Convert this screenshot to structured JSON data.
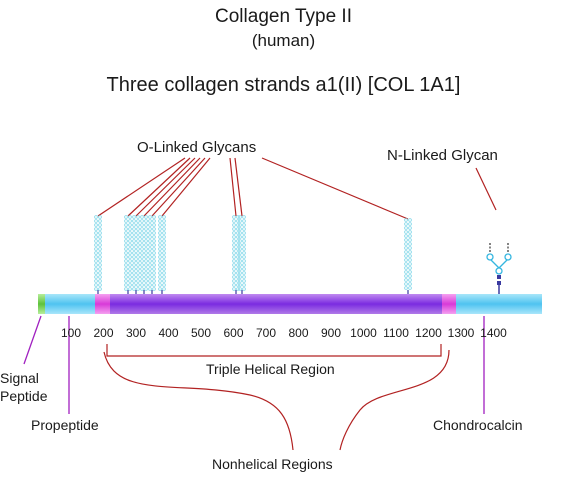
{
  "title": "Collagen Type II",
  "subtitle": "(human)",
  "strands_label": "Three collagen strands a1(II) [COL 1A1]",
  "labels": {
    "o_linked": "O-Linked Glycans",
    "n_linked": "N-Linked Glycan",
    "triple_helical": "Triple Helical Region",
    "signal_line1": "Signal",
    "signal_line2": "Peptide",
    "propeptide": "Propeptide",
    "chondrocalcin": "Chondrocalcin",
    "nonhelical": "Nonhelical Regions"
  },
  "axis": {
    "ticks": [
      "100",
      "200",
      "300",
      "400",
      "500",
      "600",
      "700",
      "800",
      "900",
      "1000",
      "1100",
      "1200",
      "1300",
      "1400"
    ]
  },
  "colors": {
    "signal": "#6fcf4f",
    "propeptide": "#5cc8f0",
    "nonhelical": "#e040e0",
    "helical": "#8a2be2",
    "glycan": "#7fd6e8",
    "callout_red": "#b22222",
    "callout_purple": "#a020c0"
  }
}
